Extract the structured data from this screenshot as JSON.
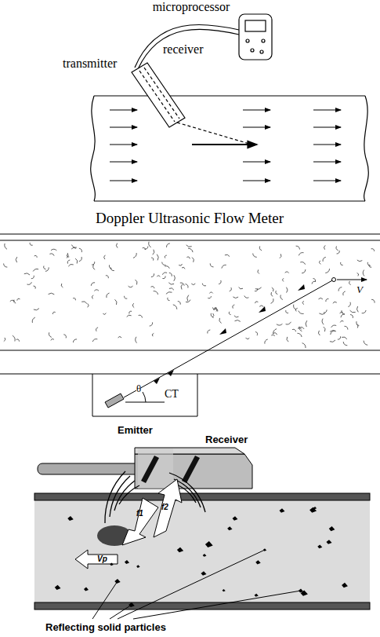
{
  "diagram": {
    "title": "Doppler Ultrasonic Flow Meter",
    "labels": [
      "microprocessor",
      "receiver",
      "transmitter",
      "θ",
      "CT",
      "V",
      "Emitter",
      "Receiver",
      "f1",
      "f2",
      "Vp",
      "Reflecting solid particles"
    ]
  }
}
